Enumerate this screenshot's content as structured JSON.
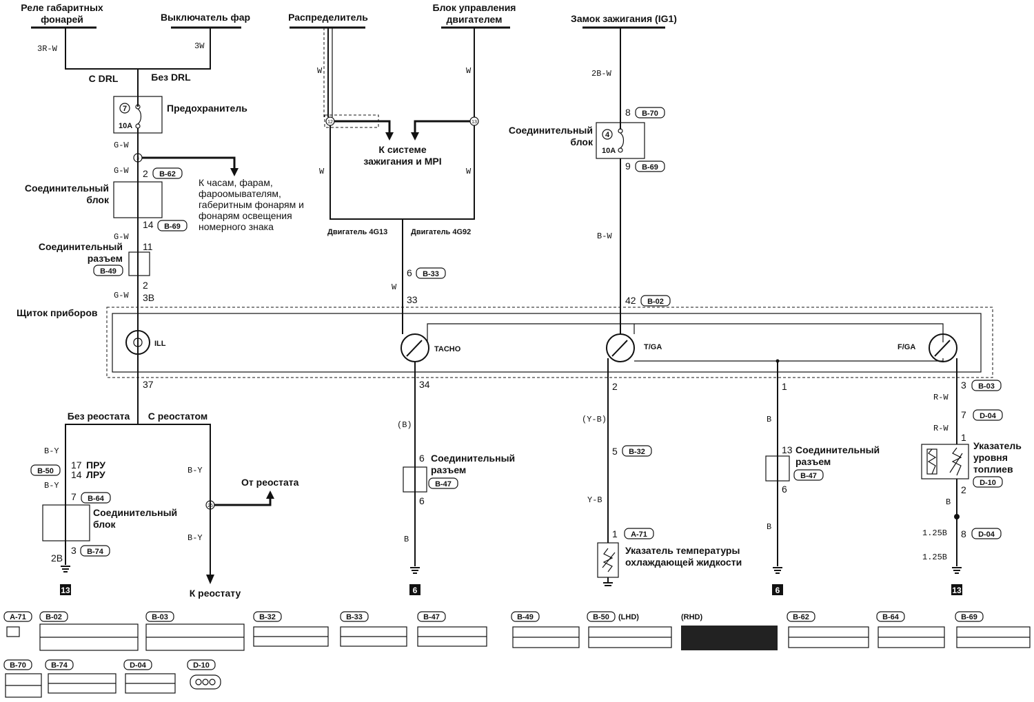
{
  "sources": {
    "marker_relay": "Реле габаритных",
    "marker_relay_2": "фонарей",
    "headlight_switch": "Выключатель фар",
    "distributor": "Распределитель",
    "ecu": "Блок управления",
    "ecu_2": "двигателем",
    "ignition": "Замок зажигания (IG1)"
  },
  "left": {
    "w_3rw": "3R-W",
    "w_3w": "3W",
    "drl_with": "С DRL",
    "drl_without": "Без DRL",
    "fuse_label": "Предохранитель",
    "fuse_num": "7",
    "fuse_amp": "10A",
    "w_gw1": "G-W",
    "node_3": "3",
    "w_gw2": "G-W",
    "pin_2": "2",
    "conn_b62": "B-62",
    "jb_label": "Соединительный",
    "jb_label_2": "блок",
    "to_clock_1": "К часам, фарам,",
    "to_clock_2": "фароомывателям,",
    "to_clock_3": "габеритным фонарям и",
    "to_clock_4": "фонарям освещения",
    "to_clock_5": "номерного знака",
    "pin_14": "14",
    "conn_b69": "B-69",
    "w_gw3": "G-W",
    "conn_label": "Соединительный",
    "conn_label_2": "разъем",
    "pin_11": "11",
    "conn_b49": "B-49",
    "pin_2b": "2",
    "w_gw4": "G-W",
    "pin_3b": "3B",
    "cluster_label": "Щиток приборов",
    "ill": "ILL",
    "pin_37": "37",
    "no_rheostat": "Без реостата",
    "with_rheostat": "С реостатом",
    "w_by1": "B-Y",
    "pin_17": "17",
    "lhd": "ПРУ",
    "pin_14b": "14",
    "rhd": "ЛРУ",
    "conn_b50": "B-50",
    "w_by2": "B-Y",
    "pin_7": "7",
    "conn_b64": "B-64",
    "jb2_label": "Соединительный",
    "jb2_label_2": "блок",
    "w_2b": "2B",
    "pin_3c": "3",
    "conn_b74": "B-74",
    "ground_13": "13",
    "w_by3": "B-Y",
    "from_rheostat": "От реостата",
    "node_26": "26",
    "w_by4": "B-Y",
    "to_rheostat": "К реостату"
  },
  "mid": {
    "w_w1": "W",
    "w_w2": "W",
    "w_w3": "W",
    "w_w4": "W",
    "node_12": "12",
    "node_13": "13",
    "to_ign_1": "К системе",
    "to_ign_2": "зажигания и MPI",
    "eng_4g13": "Двигатель 4G13",
    "eng_4g92": "Двигатель 4G92",
    "w_w5": "W",
    "pin_6": "6",
    "conn_b33": "B-33",
    "pin_33": "33",
    "tacho": "TACHO",
    "pin_34": "34",
    "w_b": "(B)",
    "pin_6b": "6",
    "conn_label": "Соединительный",
    "conn_label_2": "разъем",
    "conn_b47": "B-47",
    "pin_6c": "6",
    "w_b2": "B",
    "ground_6": "6"
  },
  "right": {
    "w_2bw": "2B-W",
    "pin_8": "8",
    "conn_b70": "B-70",
    "jb_label": "Соединительный",
    "jb_label_2": "блок",
    "fuse_num": "4",
    "fuse_amp": "10A",
    "pin_9": "9",
    "conn_b69": "B-69",
    "w_bw": "B-W",
    "pin_42": "42",
    "conn_b02": "B-02",
    "tga": "T/GA",
    "fga": "F/GA",
    "pin_2": "2",
    "w_yb1": "(Y-B)",
    "pin_5": "5",
    "conn_b32": "B-32",
    "w_yb2": "Y-B",
    "pin_1": "1",
    "conn_a71": "A-71",
    "temp_1": "Указатель температуры",
    "temp_2": "охлаждающей жидкости",
    "pin_1b": "1",
    "w_b1": "B",
    "pin_13": "13",
    "conn_label": "Соединительный",
    "conn_label_2": "разъем",
    "conn_b47": "B-47",
    "pin_6": "6",
    "w_b2": "B",
    "ground_6": "6",
    "pin_3": "3",
    "conn_b03": "B-03",
    "w_rw1": "R-W",
    "pin_7": "7",
    "conn_d04": "D-04",
    "w_rw2": "R-W",
    "pin_1c": "1",
    "fuel_1": "Указатель",
    "fuel_2": "уровня",
    "fuel_3": "топлиев",
    "conn_d10": "D-10",
    "pin_2b": "2",
    "w_b3": "B",
    "w_125b1": "1.25B",
    "pin_8b": "8",
    "conn_d04b": "D-04",
    "w_125b2": "1.25B",
    "ground_13": "13"
  },
  "legend": {
    "a71": "A-71",
    "b02": "B-02",
    "b03": "B-03",
    "b32": "B-32",
    "b33": "B-33",
    "b47": "B-47",
    "b49": "B-49",
    "b50": "B-50",
    "lhd": "(LHD)",
    "rhd": "(RHD)",
    "b62": "B-62",
    "b64": "B-64",
    "b69": "B-69",
    "b70": "B-70",
    "b74": "B-74",
    "d04": "D-04",
    "d10": "D-10"
  }
}
